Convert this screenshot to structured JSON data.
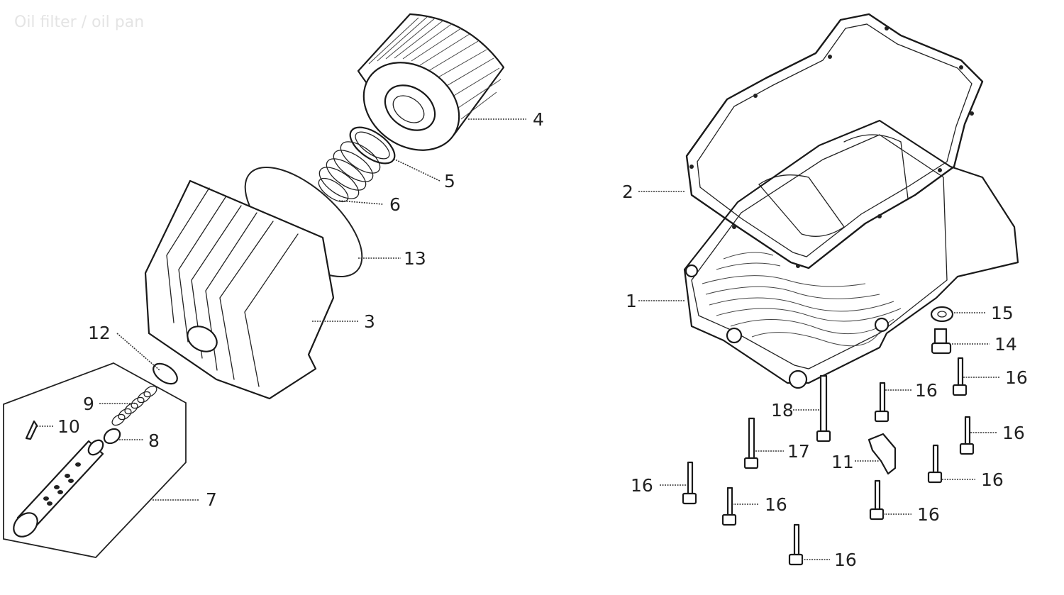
{
  "diagram": {
    "watermark": "Oil filter / oil pan",
    "callouts": {
      "c1": "1",
      "c2": "2",
      "c3": "3",
      "c4": "4",
      "c5": "5",
      "c6": "6",
      "c7": "7",
      "c8": "8",
      "c9": "9",
      "c10": "10",
      "c11": "11",
      "c12": "12",
      "c13": "13",
      "c14": "14",
      "c15": "15",
      "c16a": "16",
      "c16b": "16",
      "c16c": "16",
      "c16d": "16",
      "c16e": "16",
      "c16f": "16",
      "c16g": "16",
      "c16h": "16",
      "c17": "17",
      "c18": "18"
    }
  }
}
